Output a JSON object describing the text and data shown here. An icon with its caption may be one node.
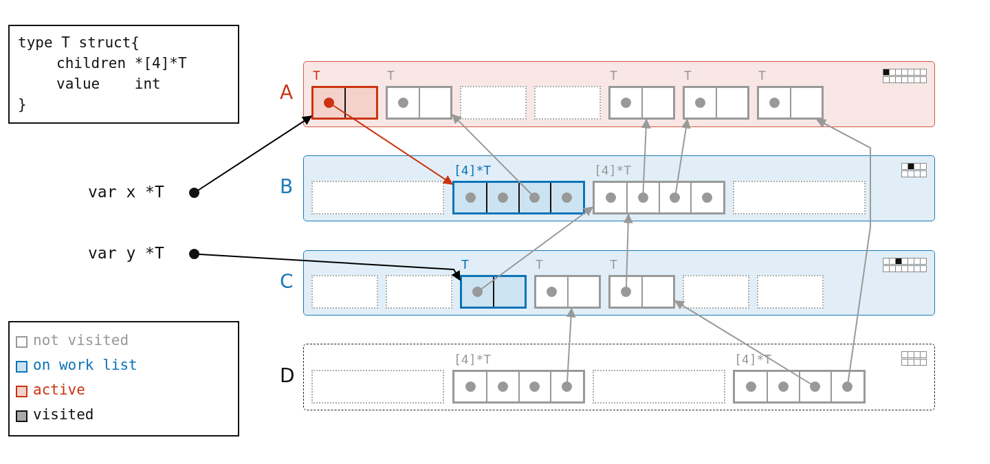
{
  "diagram": {
    "nodes": [
      {
        "text": [
          "type T struct{",
          "children *[4]*T",
          "value    int",
          "}"
        ]
      },
      {
        "text": [
          "var x *T"
        ]
      },
      {
        "text": [
          "var y *T"
        ]
      },
      {
        "text": [
          "A"
        ]
      },
      {
        "text": [
          "T"
        ],
        "in": 3
      },
      {
        "text": [
          "T"
        ],
        "in": 3
      },
      {
        "text": [],
        "shape": "box",
        "in": 3
      },
      {
        "text": [],
        "shape": "box",
        "in": 3
      },
      {
        "text": [
          "T"
        ],
        "in": 3
      },
      {
        "text": [
          "T"
        ],
        "in": 3
      },
      {
        "text": [
          "T"
        ],
        "in": 3
      },
      {
        "text": [
          "B"
        ]
      },
      {
        "text": [],
        "shape": "box",
        "in": 11
      },
      {
        "text": [
          "[4]*T"
        ],
        "in": 11
      },
      {
        "text": [
          "[4]*T"
        ],
        "in": 11
      },
      {
        "text": [],
        "shape": "box",
        "in": 11
      },
      {
        "text": [
          "C"
        ]
      },
      {
        "text": [],
        "shape": "box",
        "in": 16
      },
      {
        "text": [],
        "shape": "box",
        "in": 16
      },
      {
        "text": [
          "T"
        ],
        "in": 16
      },
      {
        "text": [
          "T"
        ],
        "in": 16
      },
      {
        "text": [
          "T"
        ],
        "in": 16
      },
      {
        "text": [],
        "shape": "box",
        "in": 16
      },
      {
        "text": [],
        "shape": "box",
        "in": 16
      },
      {
        "text": [
          "D"
        ]
      },
      {
        "text": [],
        "shape": "box",
        "in": 24
      },
      {
        "text": [
          "[4]*T"
        ],
        "in": 24
      },
      {
        "text": [],
        "shape": "box",
        "in": 24
      },
      {
        "text": [
          "[4]*T"
        ],
        "in": 24
      }
    ],
    "edges": [
      {
        "from": 1,
        "to": 4,
        "arrow": "to",
        "color": "#000000"
      },
      {
        "from": 2,
        "to": 19,
        "arrow": "to",
        "color": "#000000"
      },
      {
        "from": 4,
        "to": 13,
        "arrow": "to",
        "color": "#cc3311"
      },
      {
        "from": 13,
        "to": 5,
        "arrow": "to"
      },
      {
        "from": 14,
        "to": 8,
        "arrow": "to"
      },
      {
        "from": 14,
        "to": 9,
        "arrow": "to"
      },
      {
        "from": 19,
        "to": 14,
        "arrow": "to"
      },
      {
        "from": 21,
        "to": 14,
        "arrow": "to"
      },
      {
        "from": 26,
        "to": 20,
        "arrow": "to"
      },
      {
        "from": 28,
        "to": 21,
        "arrow": "to"
      },
      {
        "from": 28,
        "to": 10,
        "arrow": "to"
      }
    ],
    "legend": [
      {
        "text": "not visited",
        "color": "#ffffff"
      },
      {
        "text": "on work list",
        "color": "#cce3f2"
      },
      {
        "text": "active",
        "color": "#f4d2cb"
      },
      {
        "text": "visited",
        "color": "#aaaaaa"
      }
    ]
  }
}
